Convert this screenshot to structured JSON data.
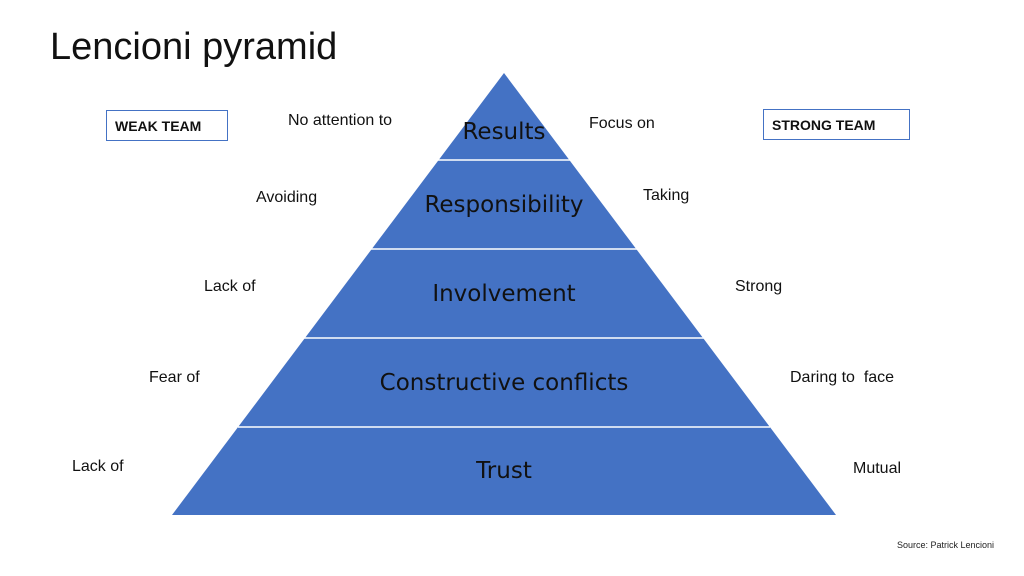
{
  "title": "Lencioni pyramid",
  "weak_team_label": "WEAK TEAM",
  "strong_team_label": "STRONG TEAM",
  "levels": [
    {
      "name": "Results",
      "weak": "No attention to",
      "strong": "Focus on"
    },
    {
      "name": "Responsibility",
      "weak": "Avoiding",
      "strong": "Taking"
    },
    {
      "name": "Involvement",
      "weak": "Lack of",
      "strong": "Strong"
    },
    {
      "name": "Constructive conflicts",
      "weak": "Fear of",
      "strong": "Daring to  face"
    },
    {
      "name": "Trust",
      "weak": "Lack of",
      "strong": "Mutual"
    }
  ],
  "source": "Source: Patrick Lencioni",
  "colors": {
    "pyramid_fill": "#4472c4",
    "pyramid_divider": "#ffffff",
    "box_border": "#4472c4"
  }
}
